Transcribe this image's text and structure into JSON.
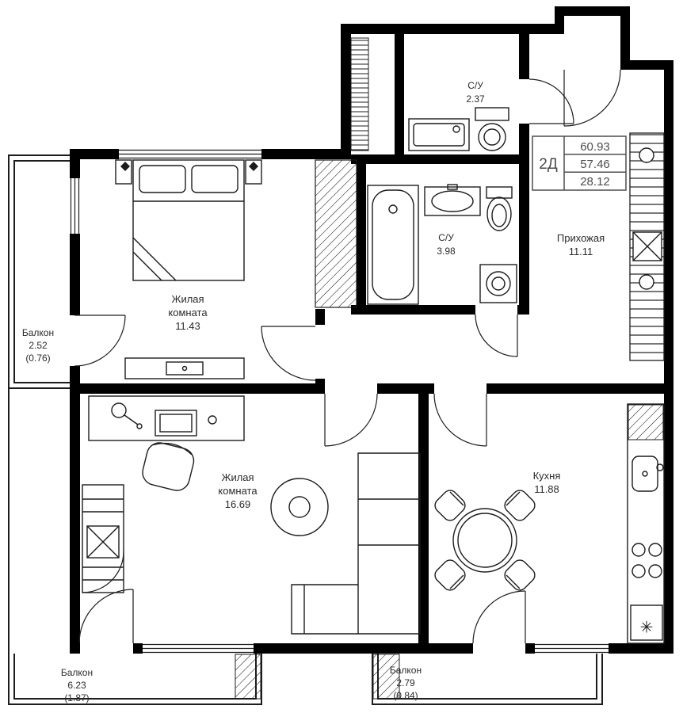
{
  "info_box": {
    "type": "2Д",
    "total_area": "60.93",
    "living_area": "57.46",
    "rooms_area": "28.12"
  },
  "rooms": {
    "bathroom_top": {
      "name": "С/У",
      "area": "2.37"
    },
    "bathroom_main": {
      "name": "С/У",
      "area": "3.98"
    },
    "hallway": {
      "name": "Прихожая",
      "area": "11.11"
    },
    "bedroom": {
      "name_line1": "Жилая",
      "name_line2": "комната",
      "area": "11.43"
    },
    "living_room": {
      "name_line1": "Жилая",
      "name_line2": "комната",
      "area": "16.69"
    },
    "kitchen": {
      "name": "Кухня",
      "area": "11.88"
    },
    "balcony_left": {
      "name": "Балкон",
      "area": "2.52",
      "coefficient_area": "(0.76)"
    },
    "balcony_bottom_left": {
      "name": "Балкон",
      "area": "6.23",
      "coefficient_area": "(1.87)"
    },
    "balcony_bottom_right": {
      "name": "Балкон",
      "area": "2.79",
      "coefficient_area": "(0.84)"
    }
  },
  "symbols": {
    "fridge": "✳"
  },
  "colors": {
    "wall": "#000000",
    "line": "#1c1c1c",
    "label": "#2b2b2b",
    "info": "#4d4d4d",
    "background": "#ffffff"
  }
}
